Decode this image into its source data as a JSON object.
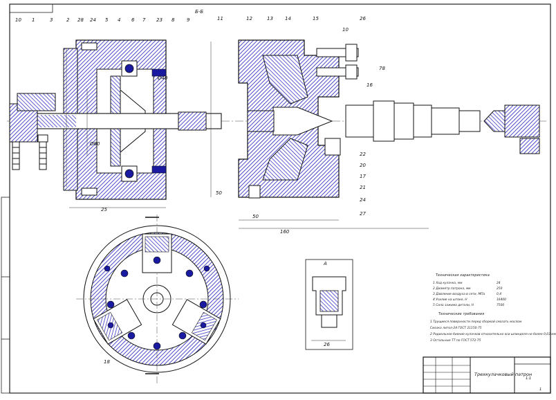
{
  "colors": {
    "outline": "#1a1a1a",
    "body": "#1a1aa0",
    "hatch": "#2222cc",
    "text": "#111111"
  },
  "section_label": "Б-Б",
  "view_label": "A",
  "callouts_left": [
    "10",
    "1",
    "3",
    "2",
    "28",
    "24",
    "5",
    "4",
    "6",
    "7",
    "23",
    "8",
    "9"
  ],
  "callouts_right": [
    "11",
    "12",
    "13",
    "14",
    "15",
    "26",
    "16",
    "22",
    "20",
    "17",
    "21",
    "24",
    "27",
    "25",
    "18"
  ],
  "dims": {
    "d1": "Ø40",
    "d2": "Ø80",
    "w1": "26",
    "w2": "50",
    "w3": "160",
    "w4": "78",
    "w5": "50",
    "w6": "10"
  },
  "tech_chars": {
    "title": "Техническая характеристика",
    "rows": [
      {
        "num": "1",
        "label": "Ход кулачка, мм",
        "value": "24"
      },
      {
        "num": "2",
        "label": "Диаметр патрона, мм",
        "value": "250"
      },
      {
        "num": "3",
        "label": "Давление воздуха в сети, МПа",
        "value": "0,4"
      },
      {
        "num": "4",
        "label": "Усилие на штоке, Н",
        "value": "16400"
      },
      {
        "num": "5",
        "label": "Сила зажима детали, Н",
        "value": "7500"
      }
    ]
  },
  "tech_reqs": {
    "title": "Технические требования",
    "items": [
      "1 Трущиеся поверхности перед сборкой смазать маслом",
      "Смазка литол-24 ГОСТ 21150-75",
      "2 Радиальное биение кулачков относительно оси шпинделя не более 0,03 мм",
      "3 Остальные ТТ по ГОСТ 572-75"
    ]
  },
  "title_block": {
    "name": "Трехкулачковый патрон",
    "scale": "1:1",
    "sheet": "1"
  }
}
